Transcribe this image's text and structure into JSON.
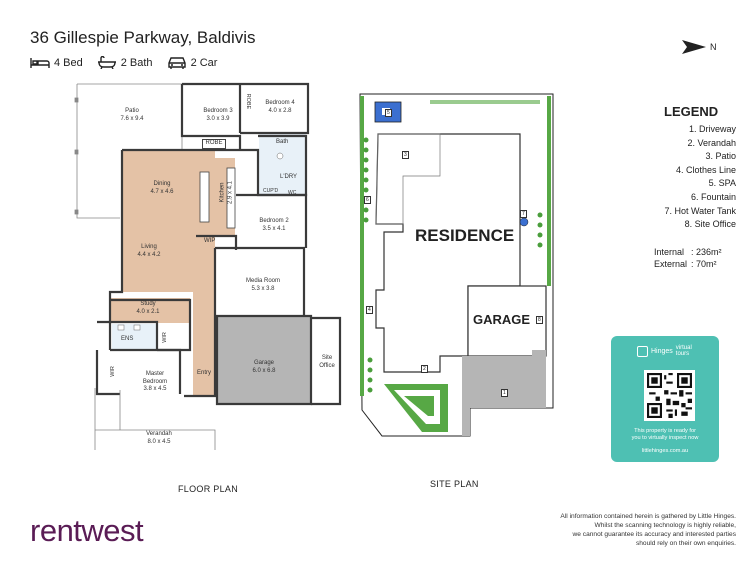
{
  "header": {
    "address": "36 Gillespie Parkway, Baldivis",
    "features": [
      {
        "icon": "bed-icon",
        "label": "4 Bed"
      },
      {
        "icon": "bath-icon",
        "label": "2 Bath"
      },
      {
        "icon": "car-icon",
        "label": "2 Car"
      }
    ]
  },
  "compass": {
    "label": "N"
  },
  "floor_plan": {
    "title": "FLOOR PLAN",
    "rooms": {
      "patio": {
        "name": "Patio",
        "size": "7.6 x 9.4"
      },
      "bedroom3": {
        "name": "Bedroom 3",
        "size": "3.0 x 3.9"
      },
      "bedroom4": {
        "name": "Bedroom 4",
        "size": "4.0 x 2.8"
      },
      "dining": {
        "name": "Dining",
        "size": "4.7 x 4.6"
      },
      "kitchen": {
        "name": "Kitchen",
        "size": "2.9 x 4.1"
      },
      "bedroom2": {
        "name": "Bedroom 2",
        "size": "3.5 x 4.1"
      },
      "living": {
        "name": "Living",
        "size": "4.4 x 4.2"
      },
      "media": {
        "name": "Media Room",
        "size": "5.3 x 3.8"
      },
      "study": {
        "name": "Study",
        "size": "4.0 x 2.1"
      },
      "garage": {
        "name": "Garage",
        "size": "6.0 x 6.8"
      },
      "master": {
        "name": "Master Bedroom",
        "size": "3.8 x 4.5"
      },
      "verandah": {
        "name": "Verandah",
        "size": "8.0 x 4.5"
      }
    },
    "labels": {
      "robe1": "ROBE",
      "robe2": "ROBE",
      "bath": "Bath",
      "ldry": "L'DRY",
      "cupd": "CUP'D",
      "wc": "WC",
      "wip": "WIP",
      "ens": "ENS",
      "wir1": "WIR",
      "wir2": "WIR",
      "entry": "Entry",
      "site_office": "Site Office"
    }
  },
  "site_plan": {
    "title": "SITE PLAN",
    "residence": "RESIDENCE",
    "garage": "GARAGE",
    "markers": [
      "1",
      "2",
      "3",
      "4",
      "5",
      "6",
      "7",
      "8"
    ]
  },
  "legend": {
    "title": "LEGEND",
    "items": [
      "1. Driveway",
      "2. Verandah",
      "3. Patio",
      "4. Clothes Line",
      "5. SPA",
      "6. Fountain",
      "7. Hot Water Tank",
      "8. Site Office"
    ]
  },
  "areas": {
    "internal_label": "Internal",
    "internal_value": ": 236m²",
    "external_label": "External",
    "external_value": ":  70m²"
  },
  "qr_card": {
    "brand": "Hinges",
    "brand_sub": "virtual tours",
    "text_line1": "This property is ready for",
    "text_line2": "you to virtually inspect now",
    "url": "littlehinges.com.au"
  },
  "footer": {
    "brand": "rentwest",
    "disclaimer": [
      "All information contained herein is gathered by Little Hinges.",
      "Whilst the scanning technology is highly reliable,",
      "we cannot guarantee its accuracy and interested parties",
      "should rely on their own enquiries."
    ]
  },
  "colors": {
    "wood_floor": "#e4c2a6",
    "garage_floor": "#b5b5b5",
    "wet_area": "#e8f1f8",
    "grass": "#57a845",
    "qr_teal": "#4ec0b3",
    "brand_purple": "#5a1c55"
  }
}
